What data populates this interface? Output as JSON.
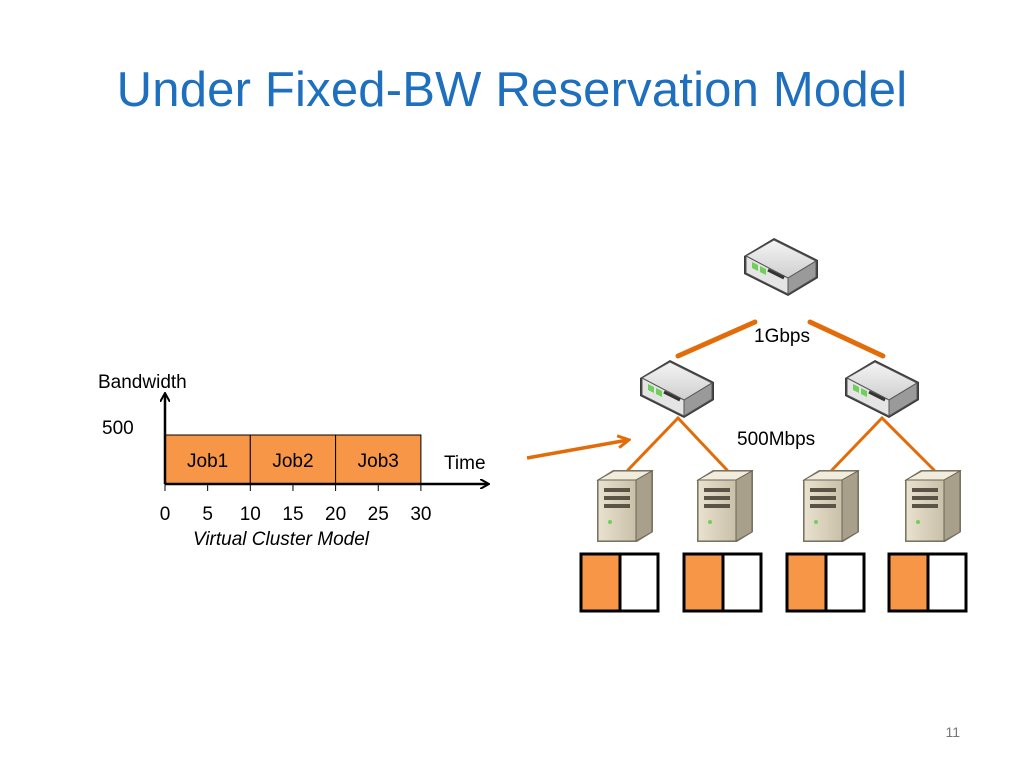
{
  "slide": {
    "title": "Under Fixed-BW Reservation Model",
    "page_number": "11"
  },
  "chart": {
    "y_label": "Bandwidth",
    "y_value": "500",
    "x_label": "Time",
    "caption": "Virtual Cluster Model",
    "x_ticks": [
      "0",
      "5",
      "10",
      "15",
      "20",
      "25",
      "30"
    ],
    "jobs": [
      {
        "label": "Job1",
        "start": 0,
        "end": 10
      },
      {
        "label": "Job2",
        "start": 10,
        "end": 20
      },
      {
        "label": "Job3",
        "start": 20,
        "end": 30
      }
    ],
    "colors": {
      "job_fill": "#f79646",
      "job_stroke": "#000000"
    }
  },
  "topology": {
    "root_link_label": "1Gbps",
    "tor_link_label": "500Mbps",
    "link_color": "#e36c0a",
    "slot_fill": "#f79646"
  }
}
